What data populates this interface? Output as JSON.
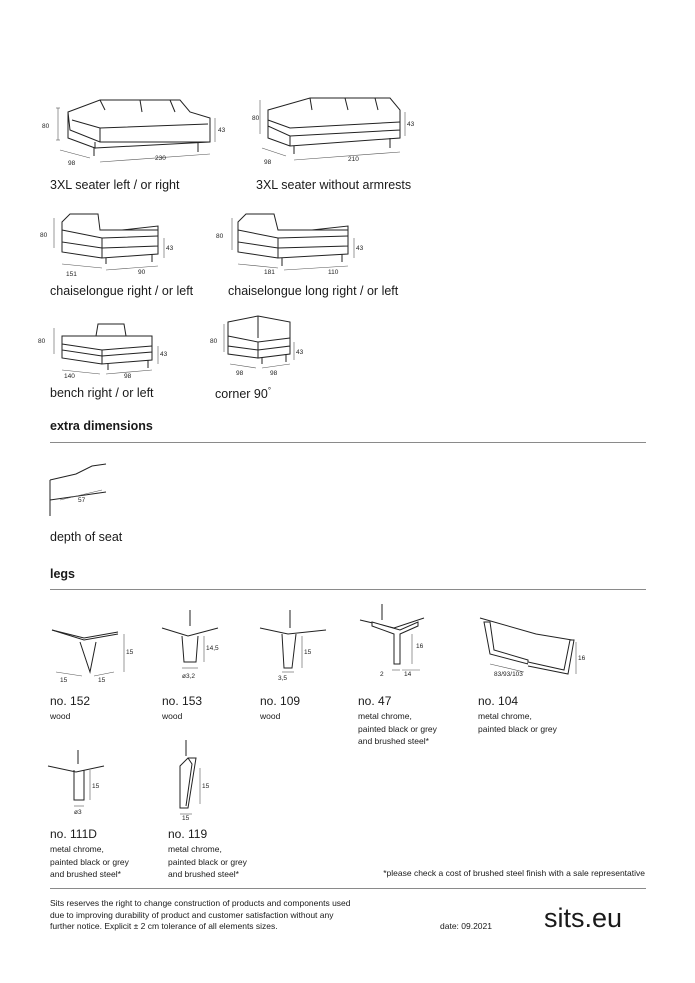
{
  "sofas": [
    {
      "caption": "3XL seater left / or right",
      "dims": [
        "80",
        "43",
        "98",
        "230"
      ]
    },
    {
      "caption": "3XL seater without armrests",
      "dims": [
        "80",
        "43",
        "98",
        "210"
      ]
    },
    {
      "caption": "chaiselongue right / or left",
      "dims": [
        "80",
        "43",
        "151",
        "90"
      ]
    },
    {
      "caption": "chaiselongue long right / or left",
      "dims": [
        "80",
        "43",
        "181",
        "110"
      ]
    },
    {
      "caption": "bench right / or left",
      "dims": [
        "80",
        "43",
        "140",
        "98"
      ]
    },
    {
      "caption": "corner 90",
      "caption_sup": "°",
      "dims": [
        "80",
        "43",
        "98",
        "98"
      ]
    }
  ],
  "extra": {
    "heading": "extra dimensions",
    "seat_caption": "depth of seat",
    "seat_dim": "57"
  },
  "legs_section": {
    "heading": "legs",
    "items": [
      {
        "no": "no. 152",
        "material": "wood",
        "dims": [
          "15",
          "15",
          "15"
        ]
      },
      {
        "no": "no. 153",
        "material": "wood",
        "dims": [
          "14,5",
          "ø3,2"
        ]
      },
      {
        "no": "no. 109",
        "material": "wood",
        "dims": [
          "15",
          "3,5"
        ]
      },
      {
        "no": "no. 47",
        "material": "metal chrome,\npainted black or grey\nand brushed steel*",
        "dims": [
          "16",
          "2",
          "14"
        ]
      },
      {
        "no": "no. 104",
        "material": "metal chrome,\npainted black or grey",
        "dims": [
          "83/93/103",
          "16"
        ]
      },
      {
        "no": "no. 111D",
        "material": "metal chrome,\npainted black or grey\nand brushed steel*",
        "dims": [
          "15",
          "ø3"
        ]
      },
      {
        "no": "no. 119",
        "material": "metal chrome,\npainted black or grey\nand brushed steel*",
        "dims": [
          "15",
          "15"
        ]
      }
    ],
    "note": "*please check a cost of brushed steel finish with a sale representative"
  },
  "footer": {
    "disclaimer_lines": [
      "Sits reserves the right to change construction of products and components used",
      "due to improving durability of product and customer satisfaction without any",
      "further notice. Explicit ± 2 cm tolerance of all elements sizes."
    ],
    "date": "date: 09.2021",
    "brand": "sits.eu"
  }
}
